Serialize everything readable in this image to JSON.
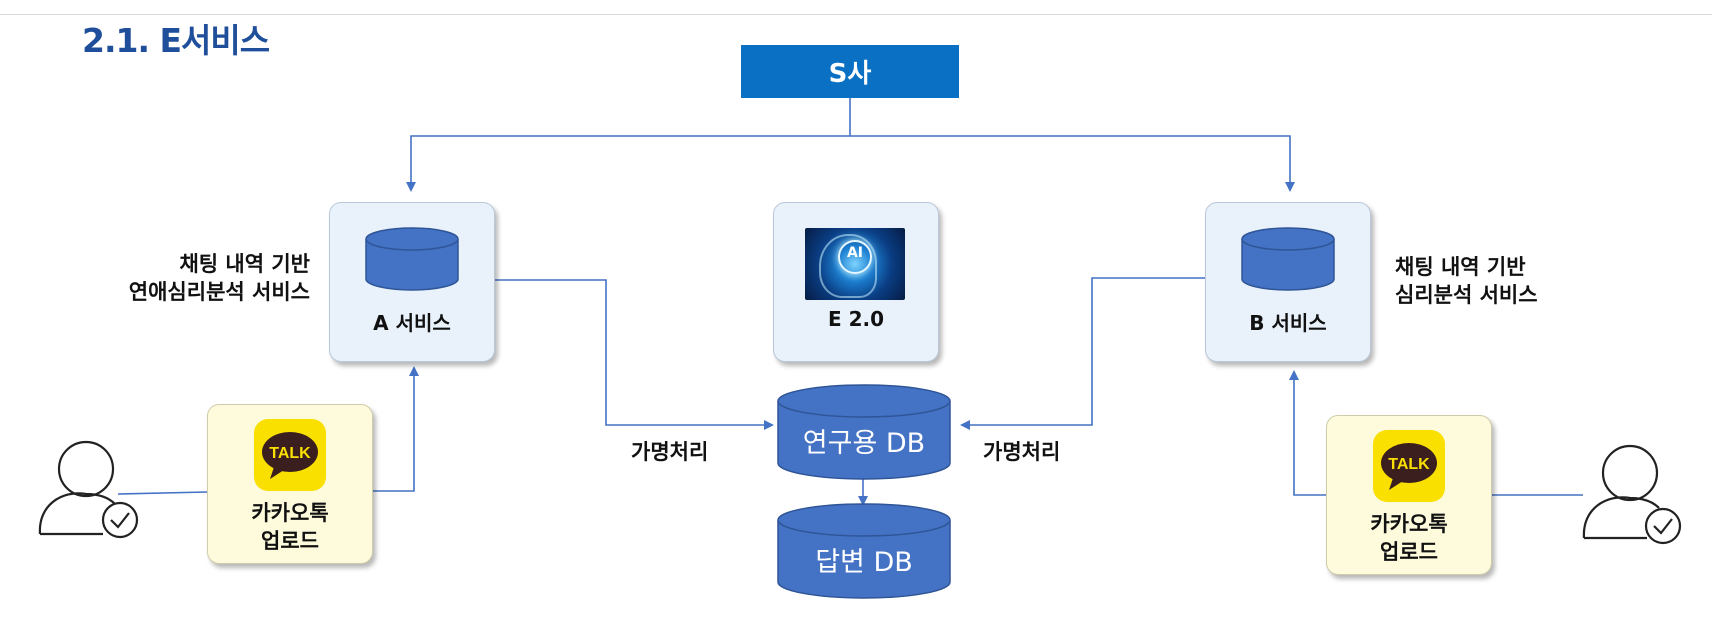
{
  "title": "2.1. E서비스",
  "top_node": "S사",
  "services": {
    "a": {
      "label": "A 서비스",
      "description_line1": "채팅 내역 기반",
      "description_line2": "연애심리분석 서비스"
    },
    "e": {
      "label": "E 2.0",
      "image_text": "AI"
    },
    "b": {
      "label": "B 서비스",
      "description_line1": "채팅 내역 기반",
      "description_line2": "심리분석 서비스"
    }
  },
  "upload": {
    "icon_text": "TALK",
    "line1": "카카오톡",
    "line2": "업로드"
  },
  "databases": {
    "research": "연구용 DB",
    "answer": "답변 DB"
  },
  "edges": {
    "pseudonymization": "가명처리"
  },
  "colors": {
    "title": "#1f4e9a",
    "top_box": "#0a70c4",
    "db": "#4472c4",
    "arrow": "#4472c4",
    "kakao": "#f9e000"
  }
}
